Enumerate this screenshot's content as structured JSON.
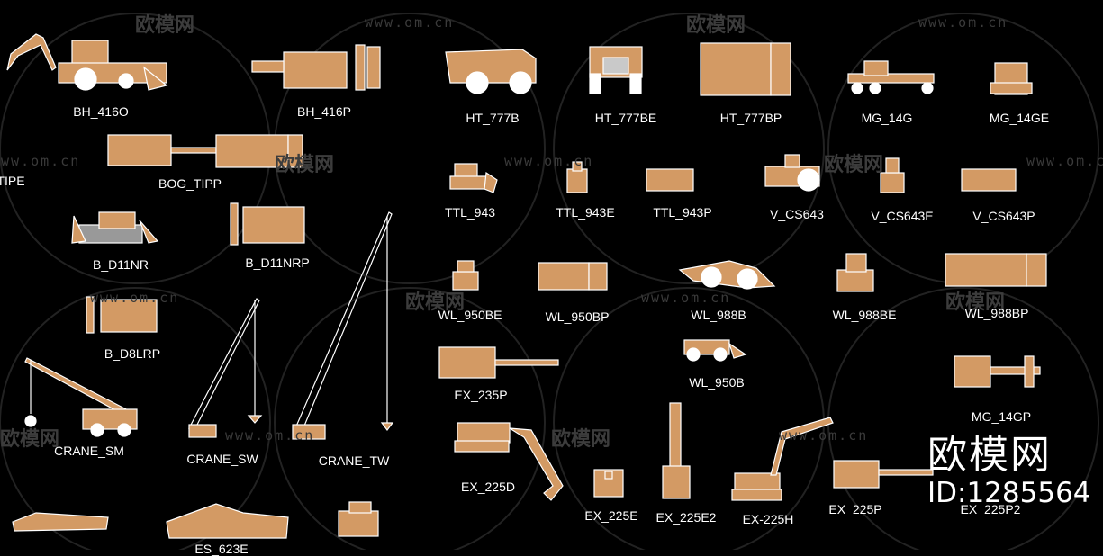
{
  "labels": {
    "bh_416o": "BH_416O",
    "bh_416p": "BH_416P",
    "ht_777b": "HT_777B",
    "ht_777be": "HT_777BE",
    "ht_777bp": "HT_777BP",
    "mg_14g": "MG_14G",
    "mg_14ge": "MG_14GE",
    "tipe": "TIPE",
    "bog_tipp": "BOG_TIPP",
    "ttl_943": "TTL_943",
    "ttl_943e": "TTL_943E",
    "ttl_943p": "TTL_943P",
    "v_cs643": "V_CS643",
    "v_cs643e": "V_CS643E",
    "v_cs643p": "V_CS643P",
    "b_d11nr": "B_D11NR",
    "b_d11nrp": "B_D11NRP",
    "wl_950be": "WL_950BE",
    "wl_950bp": "WL_950BP",
    "wl_988b": "WL_988B",
    "wl_988be": "WL_988BE",
    "wl_988bp": "WL_988BP",
    "b_d8lrp": "B_D8LRP",
    "ex_235p": "EX_235P",
    "wl_950b": "WL_950B",
    "mg_14gp": "MG_14GP",
    "crane_sm": "CRANE_SM",
    "crane_sw": "CRANE_SW",
    "crane_tw": "CRANE_TW",
    "ex_225d": "EX_225D",
    "ex_225e": "EX_225E",
    "ex_225e2": "EX_225E2",
    "ex_225h": "EX-225H",
    "ex_225p": "EX_225P",
    "ex_225p2": "EX_225P2",
    "es_623e": "ES_623E"
  },
  "watermark": {
    "site": "www.om.cn",
    "brand": "欧模网",
    "brand_mark": "欧模网",
    "id": "ID:1285564"
  },
  "colors": {
    "background": "#000000",
    "equipment_fill": "#d39a64",
    "outline": "#ffffff",
    "label": "#ffffff",
    "watermark": "#3a3a3a"
  }
}
